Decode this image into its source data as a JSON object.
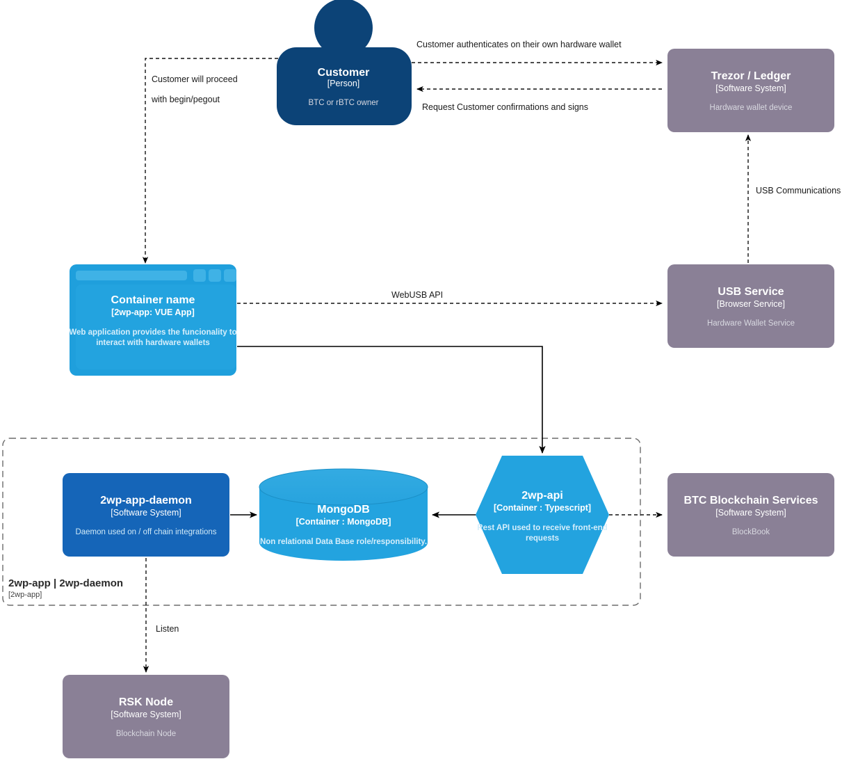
{
  "diagram": {
    "type": "C4 Container diagram",
    "colors": {
      "person_fill": "#0c4377",
      "container_blue_fill": "#1f9fdc",
      "software_system_blue_fill": "#1565b8",
      "external_system_fill": "#8a8096",
      "edge_color": "#000000",
      "boundary_color": "#6b6b6b",
      "background": "#ffffff"
    },
    "nodes": [
      {
        "id": "customer",
        "shape": "person",
        "title": "Customer",
        "subtitle": "[Person]",
        "description": "BTC or rBTC owner"
      },
      {
        "id": "trezor-ledger",
        "shape": "rounded-rect",
        "title": "Trezor / Ledger",
        "subtitle": "[Software System]",
        "description": "Hardware wallet device"
      },
      {
        "id": "container-name",
        "shape": "browser-window",
        "title": "Container name",
        "subtitle": "[2wp-app: VUE App]",
        "description": "Web application provides the funcionality to interact with hardware wallets"
      },
      {
        "id": "usb-service",
        "shape": "rounded-rect",
        "title": "USB Service",
        "subtitle": "[Browser Service]",
        "description": "Hardware Wallet Service"
      },
      {
        "id": "2wp-app-daemon",
        "shape": "rounded-rect",
        "title": "2wp-app-daemon",
        "subtitle": "[Software System]",
        "description": "Daemon used on / off chain integrations"
      },
      {
        "id": "mongodb",
        "shape": "cylinder",
        "title": "MongoDB",
        "subtitle": "[Container : MongoDB]",
        "description": "Non relational Data Base role/responsibility."
      },
      {
        "id": "2wp-api",
        "shape": "hexagon",
        "title": "2wp-api",
        "subtitle": "[Container : Typescript]",
        "description_line1": "Rest API used to receive front-end",
        "description_line2": "requests"
      },
      {
        "id": "btc-blockchain-services",
        "shape": "rounded-rect",
        "title": "BTC Blockchain Services",
        "subtitle": "[Software System]",
        "description": "BlockBook"
      },
      {
        "id": "rsk-node",
        "shape": "rounded-rect",
        "title": "RSK Node",
        "subtitle": "[Software System]",
        "description": "Blockchain Node"
      }
    ],
    "boundary": {
      "title": "2wp-app | 2wp-daemon",
      "subtitle": "[2wp-app]"
    },
    "edges": [
      {
        "id": "customer-to-trezor",
        "from": "customer",
        "to": "trezor-ledger",
        "style": "dashed",
        "label": "Customer authenticates on their own hardware wallet"
      },
      {
        "id": "trezor-to-customer",
        "from": "trezor-ledger",
        "to": "customer",
        "style": "dashed",
        "label": "Request Customer confirmations and signs"
      },
      {
        "id": "customer-to-app",
        "from": "customer",
        "to": "container-name",
        "style": "dashed",
        "label_line1": "Customer will proceed",
        "label_line2": "with begin/pegout"
      },
      {
        "id": "app-to-usb-service",
        "from": "container-name",
        "to": "usb-service",
        "style": "dashed",
        "label": "WebUSB API"
      },
      {
        "id": "usb-service-to-trezor",
        "from": "usb-service",
        "to": "trezor-ledger",
        "style": "dashed",
        "label": "USB Communications"
      },
      {
        "id": "app-to-api",
        "from": "container-name",
        "to": "2wp-api",
        "style": "solid",
        "label": ""
      },
      {
        "id": "daemon-to-mongodb",
        "from": "2wp-app-daemon",
        "to": "mongodb",
        "style": "solid",
        "label": ""
      },
      {
        "id": "api-to-mongodb",
        "from": "2wp-api",
        "to": "mongodb",
        "style": "solid",
        "label": ""
      },
      {
        "id": "api-to-btc",
        "from": "2wp-api",
        "to": "btc-blockchain-services",
        "style": "dashed",
        "label": ""
      },
      {
        "id": "daemon-to-rsk-node",
        "from": "2wp-app-daemon",
        "to": "rsk-node",
        "style": "dashed",
        "label": "Listen"
      }
    ]
  }
}
